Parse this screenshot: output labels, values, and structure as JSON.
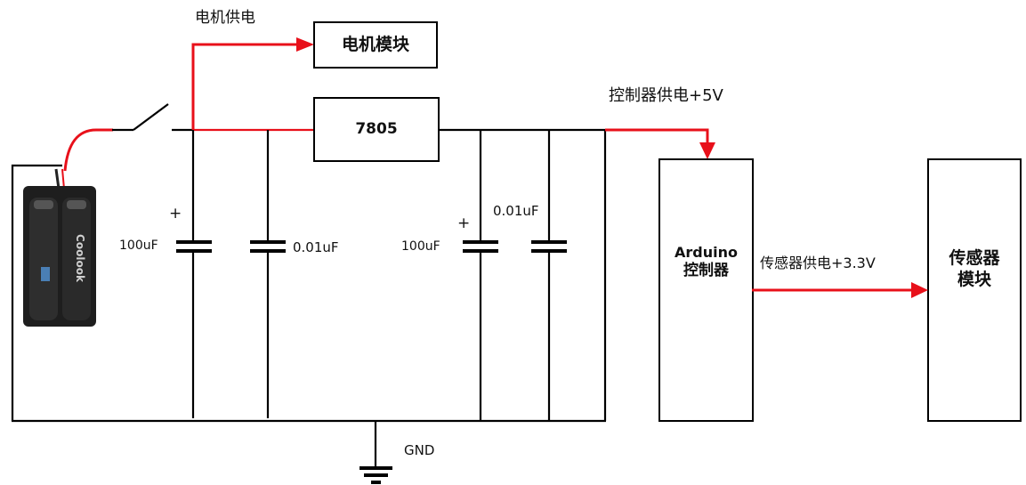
{
  "diagram": {
    "type": "power-supply-schematic",
    "colors": {
      "wire": "#000000",
      "power_flow": "#e8101a",
      "background": "#ffffff"
    },
    "battery": {
      "icon": "battery-holder-icon",
      "brand_text": "Coolook"
    },
    "switch": {
      "icon": "switch-icon"
    },
    "labels": {
      "motor_supply": "电机供电",
      "controller_supply": "控制器供电+5V",
      "sensor_supply": "传感器供电+3.3V",
      "gnd": "GND"
    },
    "blocks": {
      "motor_module": "电机模块",
      "regulator": "7805",
      "arduino_line1": "Arduino",
      "arduino_line2": "控制器",
      "sensor_line1": "传感器",
      "sensor_line2": "模块"
    },
    "capacitors": [
      {
        "value": "100uF",
        "polarized": true,
        "polarity_mark": "+"
      },
      {
        "value": "0.01uF",
        "polarized": false
      },
      {
        "value": "100uF",
        "polarized": true,
        "polarity_mark": "+"
      },
      {
        "value": "0.01uF",
        "polarized": false
      }
    ]
  }
}
